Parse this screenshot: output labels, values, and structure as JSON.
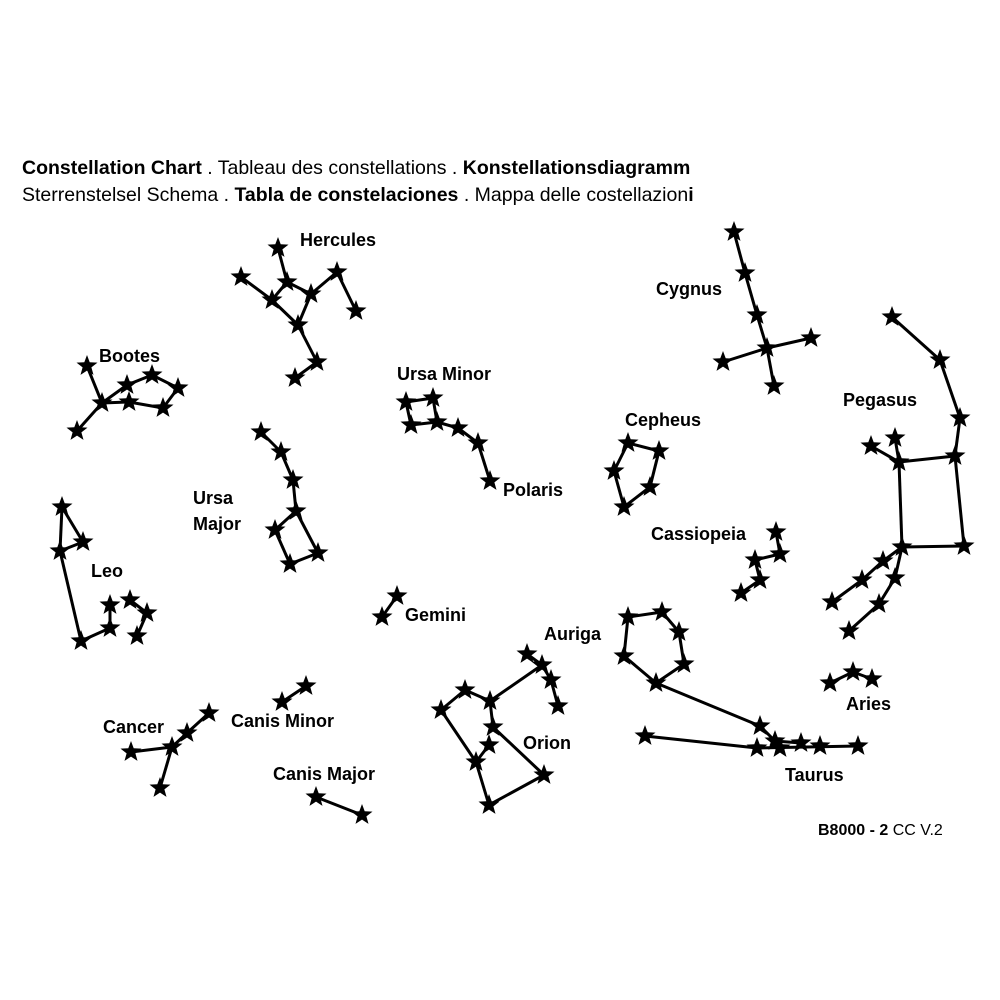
{
  "title": {
    "line1": [
      {
        "text": "Constellation Chart",
        "bold": true
      },
      {
        "text": " . Tableau des constellations . ",
        "bold": false
      },
      {
        "text": "Konstellationsdiagramm",
        "bold": true
      }
    ],
    "line2": [
      {
        "text": "Sterrenstelsel Schema . ",
        "bold": false
      },
      {
        "text": "Tabla de constelaciones",
        "bold": true
      },
      {
        "text": " . Mappa delle costellazion",
        "bold": false
      },
      {
        "text": "i",
        "bold": true
      }
    ]
  },
  "labels": {
    "hercules": "Hercules",
    "bootes": "Bootes",
    "ursa_major_1": "Ursa",
    "ursa_major_2": "Major",
    "leo": "Leo",
    "ursa_minor": "Ursa Minor",
    "polaris": "Polaris",
    "cygnus": "Cygnus",
    "pegasus": "Pegasus",
    "cepheus": "Cepheus",
    "cassiopeia": "Cassiopeia",
    "gemini": "Gemini",
    "auriga": "Auriga",
    "aries": "Aries",
    "orion": "Orion",
    "taurus": "Taurus",
    "cancer": "Cancer",
    "canis_minor": "Canis Minor",
    "canis_major": "Canis Major"
  },
  "footer": {
    "code": "B8000 - 2",
    "version": " CC V.2"
  },
  "colors": {
    "ink": "#000000",
    "background": "#ffffff"
  }
}
